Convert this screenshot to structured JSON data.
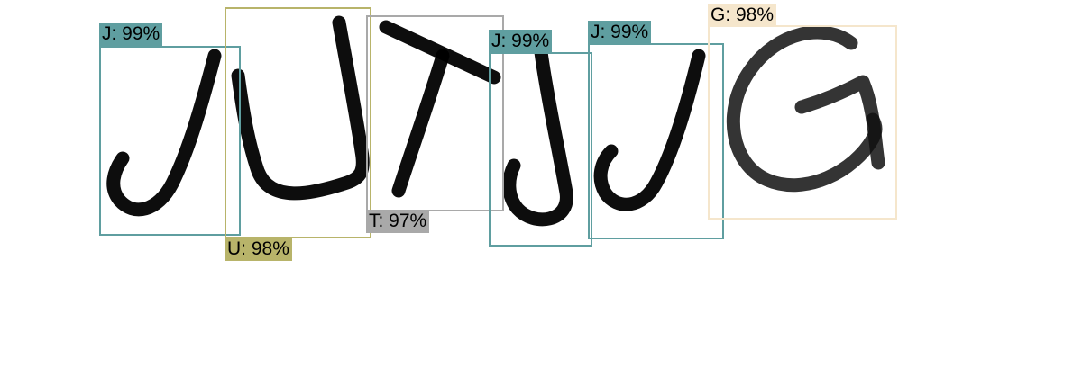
{
  "detections": [
    {
      "label": "J: 99%",
      "color": "#5f9ea0",
      "text_color": "#000000"
    },
    {
      "label": "U: 98%",
      "color": "#b8b46a",
      "text_color": "#000000"
    },
    {
      "label": "T: 97%",
      "color": "#a9a9a9",
      "text_color": "#000000"
    },
    {
      "label": "J: 99%",
      "color": "#5f9ea0",
      "text_color": "#000000"
    },
    {
      "label": "J: 99%",
      "color": "#5f9ea0",
      "text_color": "#000000"
    },
    {
      "label": "G: 98%",
      "color": "#f5e6cc",
      "text_color": "#000000"
    }
  ]
}
